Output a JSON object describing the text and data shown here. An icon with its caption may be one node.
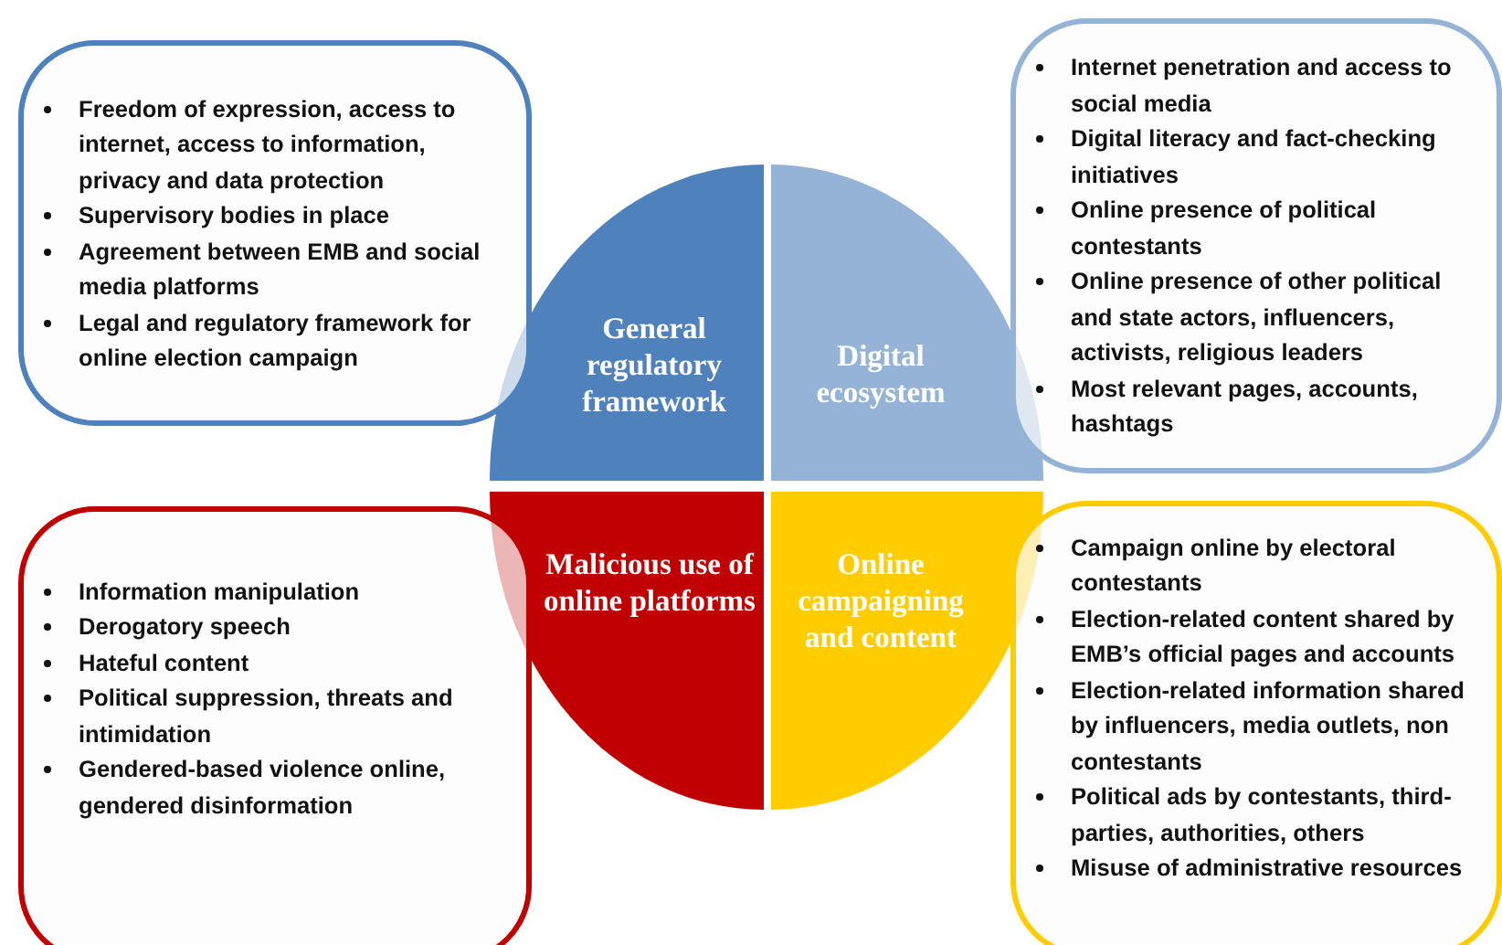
{
  "diagram": {
    "nodes": [
      {
        "text": [
          "Freedom of expression, access to internet, access to information, privacy and data protection",
          "Supervisory bodies in place",
          "Agreement between EMB and social media platforms",
          "Legal and regulatory framework for online election campaign"
        ]
      },
      {
        "text": [
          "General regulatory framework"
        ]
      },
      {
        "text": [
          "Digital ecosystem"
        ]
      },
      {
        "text": [
          "Internet penetration and access to social media",
          "Digital literacy and fact-checking initiatives",
          "Online presence of political contestants",
          "Online presence of other political and state actors, influencers, activists, religious leaders",
          "Most relevant pages, accounts, hashtags"
        ]
      },
      {
        "text": [
          "Information manipulation",
          "Derogatory speech",
          "Hateful content",
          "Political suppression, threats and intimidation",
          "Gendered-based violence online, gendered disinformation"
        ]
      },
      {
        "text": [
          "Malicious use of online platforms"
        ]
      },
      {
        "text": [
          "Online campaigning and content"
        ]
      },
      {
        "text": [
          "Campaign online by electoral contestants",
          "Election-related content shared by EMB’s official pages and accounts",
          "Election-related information shared by influencers, media outlets, non contestants",
          "Political ads by contestants, third-parties, authorities, others",
          "Misuse of administrative resources"
        ]
      }
    ]
  }
}
